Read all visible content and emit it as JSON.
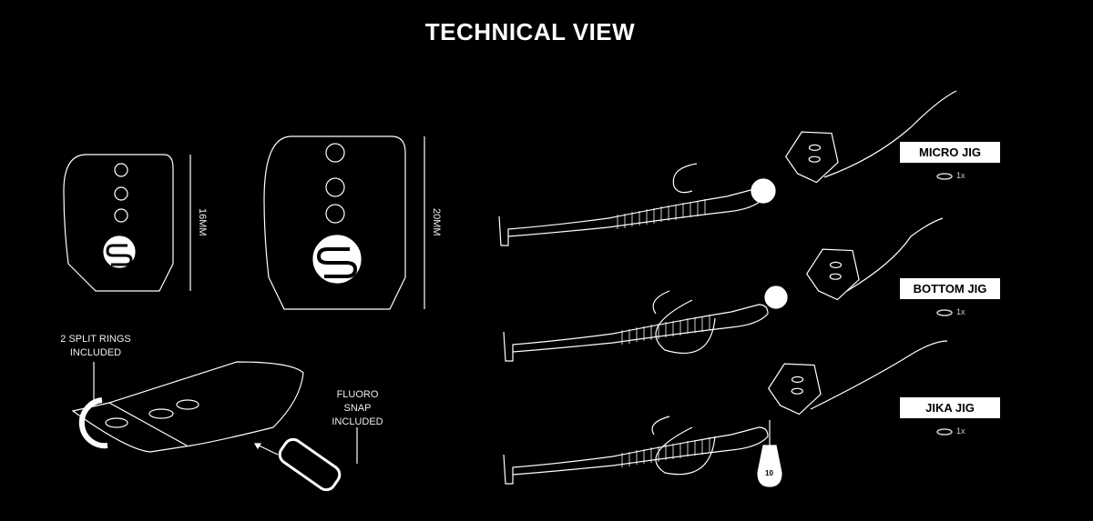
{
  "title": "TECHNICAL VIEW",
  "blades": [
    {
      "size_label": "16MM"
    },
    {
      "size_label": "20MM"
    }
  ],
  "callouts": {
    "split_rings": "2 SPLIT RINGS INCLUDED",
    "split_rings_l1": "2 SPLIT RINGS",
    "split_rings_l2": "INCLUDED",
    "fluoro_l1": "FLUORO",
    "fluoro_l2": "SNAP",
    "fluoro_l3": "INCLUDED"
  },
  "rigs": [
    {
      "name": "MICRO JIG",
      "quantity": "1x"
    },
    {
      "name": "BOTTOM JIG",
      "quantity": "1x"
    },
    {
      "name": "JIKA JIG",
      "quantity": "1x",
      "weight_label": "10"
    }
  ]
}
